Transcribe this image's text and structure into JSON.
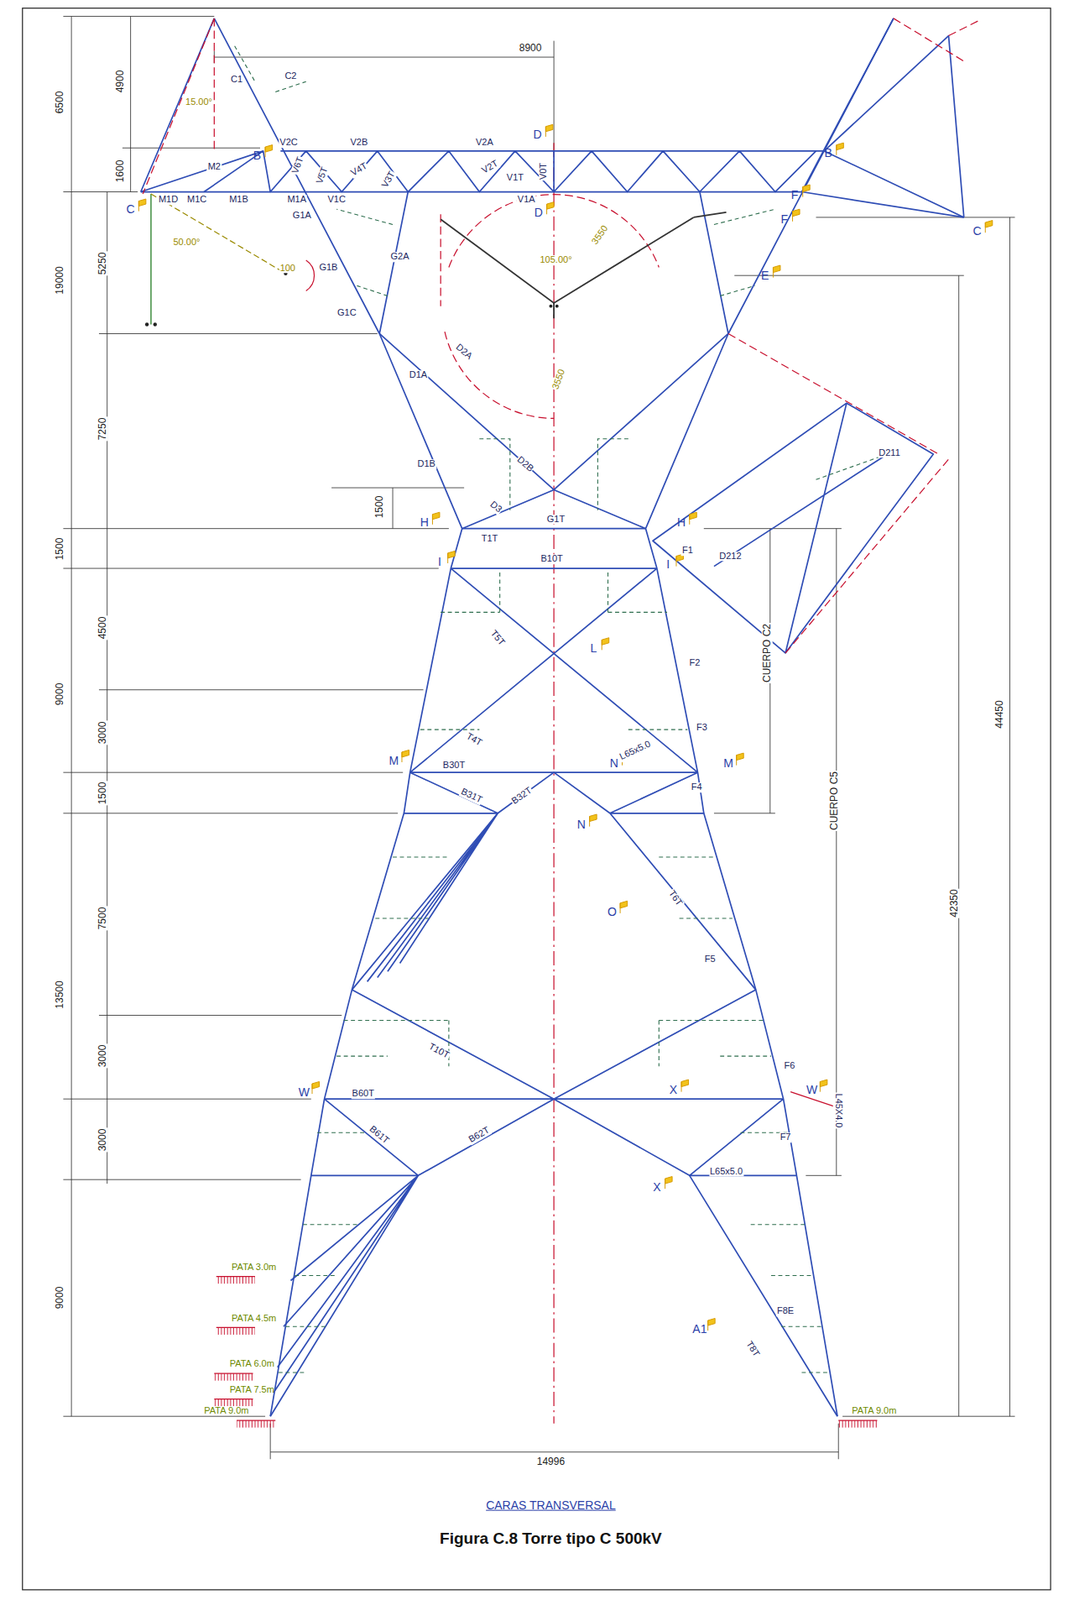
{
  "diagram": {
    "title": "CARAS TRANSVERSAL",
    "caption": "Figura C.8 Torre tipo C 500kV",
    "labels": [
      "8900",
      "6500",
      "4900",
      "1600",
      "19000",
      "5250",
      "7250",
      "1500",
      "1500",
      "4500",
      "9000",
      "3000",
      "1500",
      "7500",
      "13500",
      "3000",
      "3000",
      "9000",
      "44450",
      "42350",
      "CUERPO C2",
      "CUERPO C5",
      "14996",
      "C1",
      "C2",
      "15.00°",
      "B",
      "V2C",
      "V2B",
      "V2A",
      "D",
      "M2",
      "V6T",
      "V5T",
      "V4T",
      "V3T",
      "V2T",
      "V1T",
      "V0T",
      "C",
      "M1D",
      "M1C",
      "M1B",
      "M1A",
      "V1C",
      "V1A",
      "D",
      "G1A",
      "50.00°",
      "100",
      "G1B",
      "G2A",
      "G1C",
      "105.00°",
      "3550",
      "3550",
      "B",
      "F",
      "C",
      "F",
      "E",
      "D1A",
      "D2A",
      "D2B",
      "D1B",
      "D3",
      "D211",
      "D212",
      "H",
      "H",
      "G1T",
      "T1T",
      "I",
      "I",
      "B10T",
      "F1",
      "T5T",
      "L",
      "F2",
      "T4T",
      "F3",
      "L65x5.0",
      "M",
      "B30T",
      "N",
      "M",
      "F4",
      "B31T",
      "B32T",
      "N",
      "O",
      "F5",
      "T6T",
      "T10T",
      "F6",
      "W",
      "B60T",
      "X",
      "W",
      "L45X4.0",
      "B61T",
      "B62T",
      "F7",
      "L65x5.0",
      "X",
      "F8E",
      "A1",
      "T8T",
      "PATA 3.0m",
      "PATA 4.5m",
      "PATA 6.0m",
      "PATA 7.5m",
      "PATA 9.0m",
      "PATA 9.0m"
    ]
  }
}
